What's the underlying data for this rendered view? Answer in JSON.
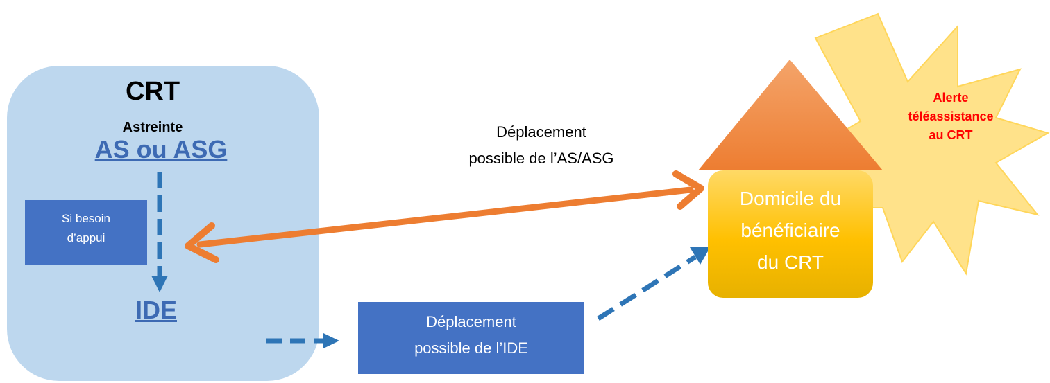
{
  "crt_panel": {
    "title": "CRT",
    "subtitle": "Astreinte",
    "primary_role": "AS ou ASG",
    "secondary_role": "IDE"
  },
  "support_box": {
    "lines": [
      "Si besoin",
      "d’appui"
    ]
  },
  "ide_move_box": {
    "lines": [
      "Déplacement",
      "possible de l’IDE"
    ]
  },
  "as_move_label": {
    "lines": [
      "Déplacement",
      "possible de l’AS/ASG"
    ]
  },
  "home": {
    "lines": [
      "Domicile du",
      "bénéficiaire",
      "du CRT"
    ]
  },
  "alert": {
    "lines": [
      "Alerte",
      "téléassistance",
      "au CRT"
    ]
  },
  "colors": {
    "panel_fill": "#bdd7ee",
    "blue_box": "#4472c4",
    "dashed_blue": "#2e75b6",
    "role_text": "#3d6ab3",
    "orange_arrow": "#ed7d31",
    "roof": "#ed7d31",
    "home_top": "#ffd966",
    "home_bottom": "#f0b400",
    "burst": "#ffe28a",
    "alert_text": "#ff0000"
  }
}
